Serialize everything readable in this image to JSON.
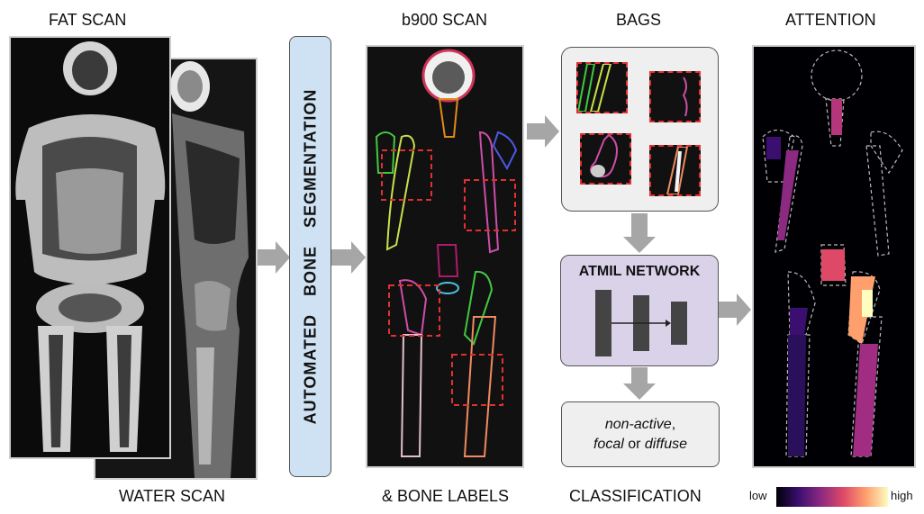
{
  "labels": {
    "fat_scan": "FAT SCAN",
    "water_scan": "WATER SCAN",
    "b900_scan": "b900 SCAN",
    "bone_labels": "& BONE LABELS",
    "bags": "BAGS",
    "classification": "CLASSIFICATION",
    "attention": "ATTENTION"
  },
  "segmentation": {
    "label": "AUTOMATED BONE SEGMENTATION"
  },
  "network": {
    "title": "ATMIL NETWORK"
  },
  "classification_box": {
    "c1": "non-active",
    "sep1": ",",
    "c2": "focal",
    "sep2": " or ",
    "c3": "diffuse"
  },
  "colorbar": {
    "low": "low",
    "high": "high"
  },
  "colors": {
    "arrow": "#a6a6a6",
    "segmentation_box": "#cfe2f3",
    "network_box": "#d9d2e9",
    "bag_border": "#e03030"
  }
}
